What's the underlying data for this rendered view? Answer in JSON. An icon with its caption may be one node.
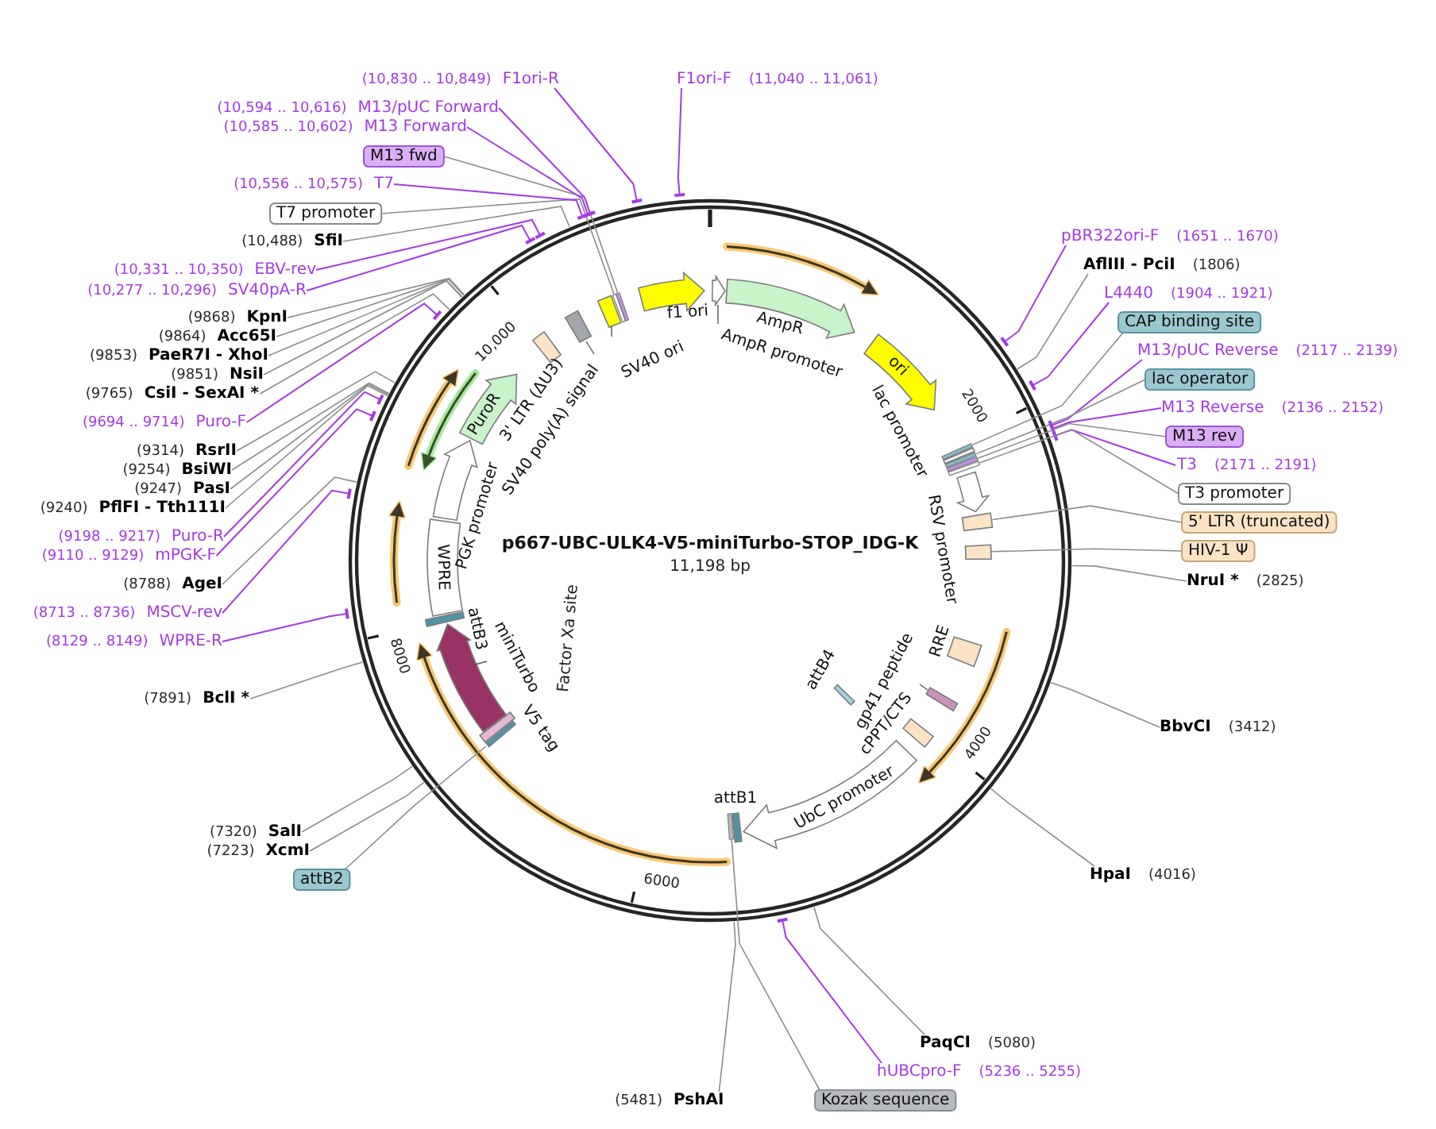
{
  "diagram": {
    "title": "p667-UBC-ULK4-V5-miniTurbo-STOP_IDG-K",
    "nodes": [
      {
        "text": [
          "F1ori-F"
        ],
        "beside": [
          "(11,040 .. 11,061)"
        ]
      },
      {
        "text": [
          "pBR322ori-F"
        ],
        "beside": [
          "(1651 .. 1670)"
        ]
      },
      {
        "text": [
          "AflIII - PciI"
        ],
        "beside": [
          "(1806)"
        ]
      },
      {
        "text": [
          "L4440"
        ],
        "beside": [
          "(1904 .. 1921)"
        ]
      },
      {
        "text": [
          "CAP binding site"
        ]
      },
      {
        "text": [
          "M13/pUC Reverse"
        ],
        "beside": [
          "(2117 .. 2139)"
        ]
      },
      {
        "text": [
          "lac operator"
        ]
      },
      {
        "text": [
          "M13 Reverse"
        ],
        "beside": [
          "(2136 .. 2152)"
        ]
      },
      {
        "text": [
          "M13 rev"
        ]
      },
      {
        "text": [
          "T3"
        ],
        "beside": [
          "(2171 .. 2191)"
        ]
      },
      {
        "text": [
          "T3 promoter"
        ]
      },
      {
        "text": [
          "5' LTR (truncated)"
        ]
      },
      {
        "text": [
          "HIV-1 Ψ"
        ]
      },
      {
        "text": [
          "NruI *"
        ],
        "beside": [
          "(2825)"
        ]
      },
      {
        "text": [
          "BbvCI"
        ],
        "beside": [
          "(3412)"
        ]
      },
      {
        "text": [
          "HpaI"
        ],
        "beside": [
          "(4016)"
        ]
      },
      {
        "text": [
          "PaqCI"
        ],
        "beside": [
          "(5080)"
        ]
      },
      {
        "text": [
          "hUBCpro-F"
        ],
        "beside": [
          "(5236 .. 5255)"
        ]
      },
      {
        "text": [
          "Kozak sequence"
        ]
      },
      {
        "text": [
          "PshAI"
        ],
        "beside": [
          "(5481)"
        ]
      },
      {
        "text": [
          "attB2"
        ]
      },
      {
        "text": [
          "XcmI"
        ],
        "beside": [
          "(7223)"
        ]
      },
      {
        "text": [
          "SalI"
        ],
        "beside": [
          "(7320)"
        ]
      },
      {
        "text": [
          "BclI *"
        ],
        "beside": [
          "(7891)"
        ]
      },
      {
        "text": [
          "WPRE-R"
        ],
        "beside": [
          "(8129 .. 8149)"
        ]
      },
      {
        "text": [
          "MSCV-rev"
        ],
        "beside": [
          "(8713 .. 8736)"
        ]
      },
      {
        "text": [
          "AgeI"
        ],
        "beside": [
          "(8788)"
        ]
      },
      {
        "text": [
          "mPGK-F"
        ],
        "beside": [
          "(9110 .. 9129)"
        ]
      },
      {
        "text": [
          "Puro-R"
        ],
        "beside": [
          "(9198 .. 9217)"
        ]
      },
      {
        "text": [
          "PflFI - Tth111I"
        ],
        "beside": [
          "(9240)"
        ]
      },
      {
        "text": [
          "PasI"
        ],
        "beside": [
          "(9247)"
        ]
      },
      {
        "text": [
          "BsiWI"
        ],
        "beside": [
          "(9254)"
        ]
      },
      {
        "text": [
          "RsrII"
        ],
        "beside": [
          "(9314)"
        ]
      },
      {
        "text": [
          "Puro-F"
        ],
        "beside": [
          "(9694 .. 9714)"
        ]
      },
      {
        "text": [
          "CsiI - SexAI *"
        ],
        "beside": [
          "(9765)"
        ]
      },
      {
        "text": [
          "NsiI"
        ],
        "beside": [
          "(9851)"
        ]
      },
      {
        "text": [
          "PaeR7I - XhoI"
        ],
        "beside": [
          "(9853)"
        ]
      },
      {
        "text": [
          "Acc65I"
        ],
        "beside": [
          "(9864)"
        ]
      },
      {
        "text": [
          "KpnI"
        ],
        "beside": [
          "(9868)"
        ]
      },
      {
        "text": [
          "SV40pA-R"
        ],
        "beside": [
          "(10,277 .. 10,296)"
        ]
      },
      {
        "text": [
          "EBV-rev"
        ],
        "beside": [
          "(10,331 .. 10,350)"
        ]
      },
      {
        "text": [
          "SfiI"
        ],
        "beside": [
          "(10,488)"
        ]
      },
      {
        "text": [
          "T7 promoter"
        ]
      },
      {
        "text": [
          "T7"
        ],
        "beside": [
          "(10,556 .. 10,575)"
        ]
      },
      {
        "text": [
          "M13 fwd"
        ]
      },
      {
        "text": [
          "M13 Forward"
        ],
        "beside": [
          "(10,585 .. 10,602)"
        ]
      },
      {
        "text": [
          "M13/pUC Forward"
        ],
        "beside": [
          "(10,594 .. 10,616)"
        ]
      },
      {
        "text": [
          "F1ori-R"
        ],
        "beside": [
          "(10,830 .. 10,849)"
        ]
      },
      {
        "text": [
          "f1 ori"
        ]
      },
      {
        "text": [
          "AmpR promoter"
        ]
      },
      {
        "text": [
          "AmpR"
        ]
      },
      {
        "text": [
          "ori"
        ]
      },
      {
        "text": [
          "lac promoter"
        ]
      },
      {
        "text": [
          "RSV promoter"
        ]
      },
      {
        "text": [
          "RRE"
        ]
      },
      {
        "text": [
          "gp41 peptide"
        ]
      },
      {
        "text": [
          "cPPT/CTS"
        ]
      },
      {
        "text": [
          "UbC promoter"
        ]
      },
      {
        "text": [
          "attB4"
        ]
      },
      {
        "text": [
          "attB1"
        ]
      },
      {
        "text": [
          "V5 tag"
        ]
      },
      {
        "text": [
          "miniTurbo"
        ]
      },
      {
        "text": [
          "attB3"
        ]
      },
      {
        "text": [
          "WPRE"
        ]
      },
      {
        "text": [
          "PGK promoter"
        ]
      },
      {
        "text": [
          "PuroR"
        ]
      },
      {
        "text": [
          "3' LTR (ΔU3)"
        ]
      },
      {
        "text": [
          "SV40 poly(A) signal"
        ]
      },
      {
        "text": [
          "SV40 ori"
        ]
      },
      {
        "text": [],
        "shape": "bar"
      },
      {
        "text": [],
        "shape": "bar"
      },
      {
        "text": [],
        "shape": "bar"
      },
      {
        "text": [],
        "shape": "bar"
      },
      {
        "text": [],
        "shape": "box"
      },
      {
        "text": [],
        "shape": "box"
      },
      {
        "text": [],
        "shape": "bar"
      },
      {
        "text": [],
        "shape": "bar"
      },
      {
        "text": [],
        "shape": "bar"
      },
      {
        "text": [],
        "shape": "bar"
      }
    ],
    "edges": [
      {
        "from": 0,
        "to": null,
        "arrow": "other",
        "color": "#a23be6"
      },
      {
        "from": 1,
        "to": null,
        "arrow": "other",
        "color": "#a23be6"
      },
      {
        "from": 2,
        "to": null,
        "arrow": "none"
      },
      {
        "from": 3,
        "to": null,
        "arrow": "other",
        "color": "#a23be6"
      },
      {
        "from": 4,
        "to": 69,
        "arrow": "none"
      },
      {
        "from": 5,
        "to": null,
        "arrow": "other",
        "color": "#a23be6"
      },
      {
        "from": 6,
        "to": 70,
        "arrow": "none"
      },
      {
        "from": 7,
        "to": null,
        "arrow": "other",
        "color": "#a23be6"
      },
      {
        "from": 8,
        "to": 71,
        "arrow": "none"
      },
      {
        "from": 9,
        "to": null,
        "arrow": "other",
        "color": "#a23be6"
      },
      {
        "from": 10,
        "to": 72,
        "arrow": "none"
      },
      {
        "from": 11,
        "to": 73,
        "arrow": "none"
      },
      {
        "from": 12,
        "to": 74,
        "arrow": "none"
      },
      {
        "from": 13,
        "to": null,
        "arrow": "none"
      },
      {
        "from": 14,
        "to": null,
        "arrow": "none"
      },
      {
        "from": 15,
        "to": null,
        "arrow": "none"
      },
      {
        "from": 16,
        "to": null,
        "arrow": "none"
      },
      {
        "from": 17,
        "to": null,
        "arrow": "other",
        "color": "#a23be6"
      },
      {
        "from": 18,
        "to": 75,
        "arrow": "none"
      },
      {
        "from": 19,
        "to": null,
        "arrow": "none"
      },
      {
        "from": 20,
        "to": 76,
        "arrow": "none"
      },
      {
        "from": 21,
        "to": null,
        "arrow": "none"
      },
      {
        "from": 22,
        "to": null,
        "arrow": "none"
      },
      {
        "from": 23,
        "to": null,
        "arrow": "none"
      },
      {
        "from": 24,
        "to": null,
        "arrow": "other",
        "color": "#a23be6"
      },
      {
        "from": 25,
        "to": null,
        "arrow": "other",
        "color": "#a23be6"
      },
      {
        "from": 26,
        "to": null,
        "arrow": "none"
      },
      {
        "from": 27,
        "to": null,
        "arrow": "other",
        "color": "#a23be6"
      },
      {
        "from": 28,
        "to": null,
        "arrow": "other",
        "color": "#a23be6"
      },
      {
        "from": 29,
        "to": null,
        "arrow": "none"
      },
      {
        "from": 30,
        "to": null,
        "arrow": "none"
      },
      {
        "from": 31,
        "to": null,
        "arrow": "none"
      },
      {
        "from": 32,
        "to": null,
        "arrow": "none"
      },
      {
        "from": 33,
        "to": null,
        "arrow": "other",
        "color": "#a23be6"
      },
      {
        "from": 34,
        "to": null,
        "arrow": "none"
      },
      {
        "from": 35,
        "to": null,
        "arrow": "none"
      },
      {
        "from": 36,
        "to": null,
        "arrow": "none"
      },
      {
        "from": 37,
        "to": null,
        "arrow": "none"
      },
      {
        "from": 38,
        "to": null,
        "arrow": "none"
      },
      {
        "from": 39,
        "to": null,
        "arrow": "other",
        "color": "#a23be6"
      },
      {
        "from": 40,
        "to": null,
        "arrow": "other",
        "color": "#a23be6"
      },
      {
        "from": 41,
        "to": null,
        "arrow": "none"
      },
      {
        "from": 42,
        "to": 77,
        "arrow": "none"
      },
      {
        "from": 43,
        "to": null,
        "arrow": "other",
        "color": "#a23be6"
      },
      {
        "from": 44,
        "to": 78,
        "arrow": "none"
      },
      {
        "from": 45,
        "to": null,
        "arrow": "other",
        "color": "#a23be6"
      },
      {
        "from": 46,
        "to": null,
        "arrow": "other",
        "color": "#a23be6"
      },
      {
        "from": 47,
        "to": null,
        "arrow": "other",
        "color": "#a23be6"
      }
    ],
    "labels": [
      "10,000",
      "2000",
      "11,198 bp",
      "Factor Xa site",
      "8000",
      "4000",
      "6000"
    ]
  }
}
